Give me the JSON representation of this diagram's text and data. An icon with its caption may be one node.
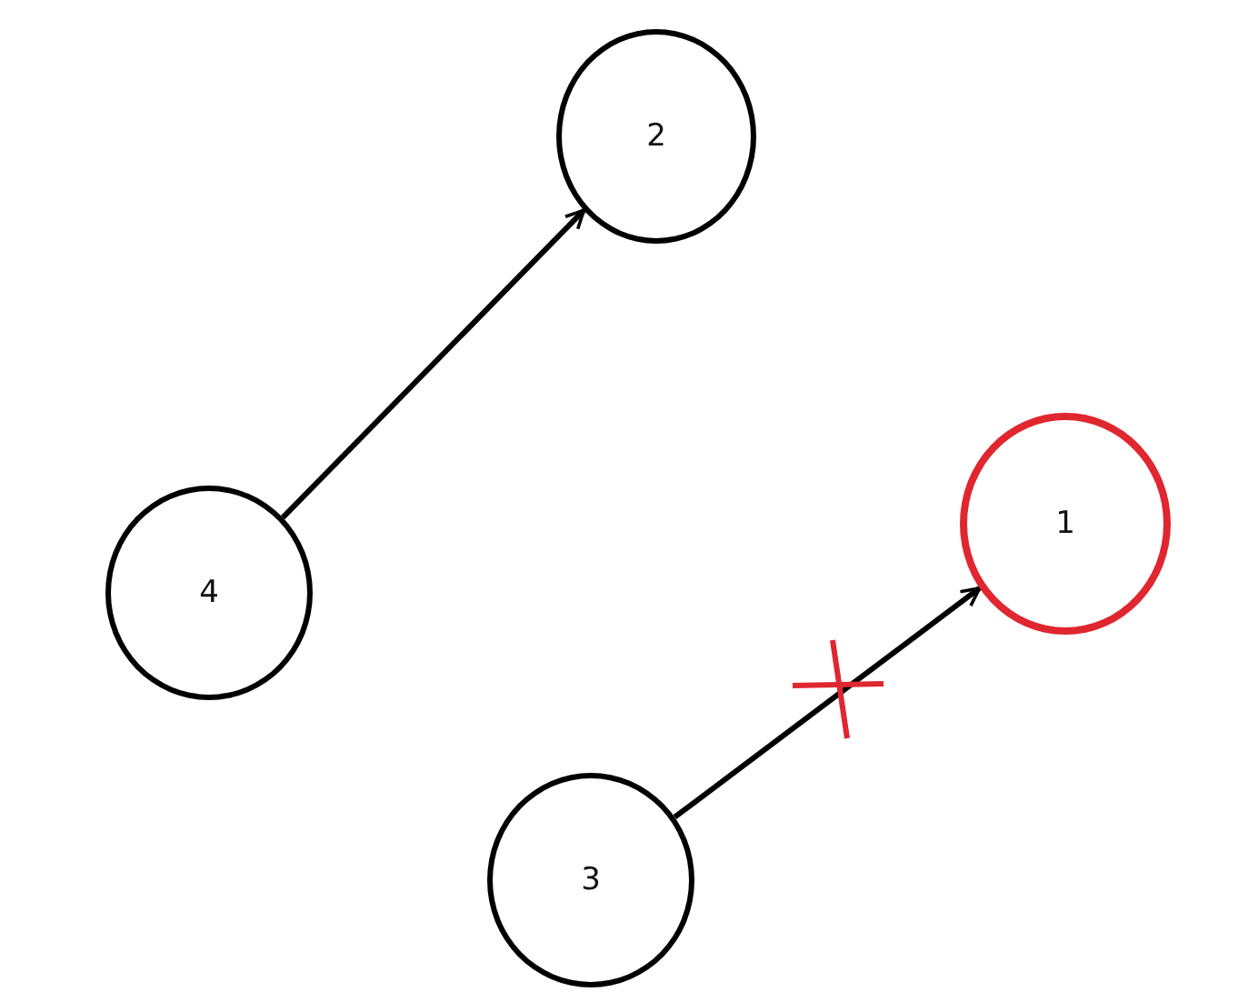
{
  "diagram": {
    "nodes": [
      {
        "text": [
          "2"
        ]
      },
      {
        "text": [
          "1"
        ]
      },
      {
        "text": [
          "4"
        ]
      },
      {
        "text": [
          "3"
        ]
      }
    ],
    "edges": [
      {
        "from": 2,
        "to": 0,
        "arrow": "to"
      },
      {
        "from": 3,
        "to": 1,
        "arrow": "to"
      }
    ]
  }
}
